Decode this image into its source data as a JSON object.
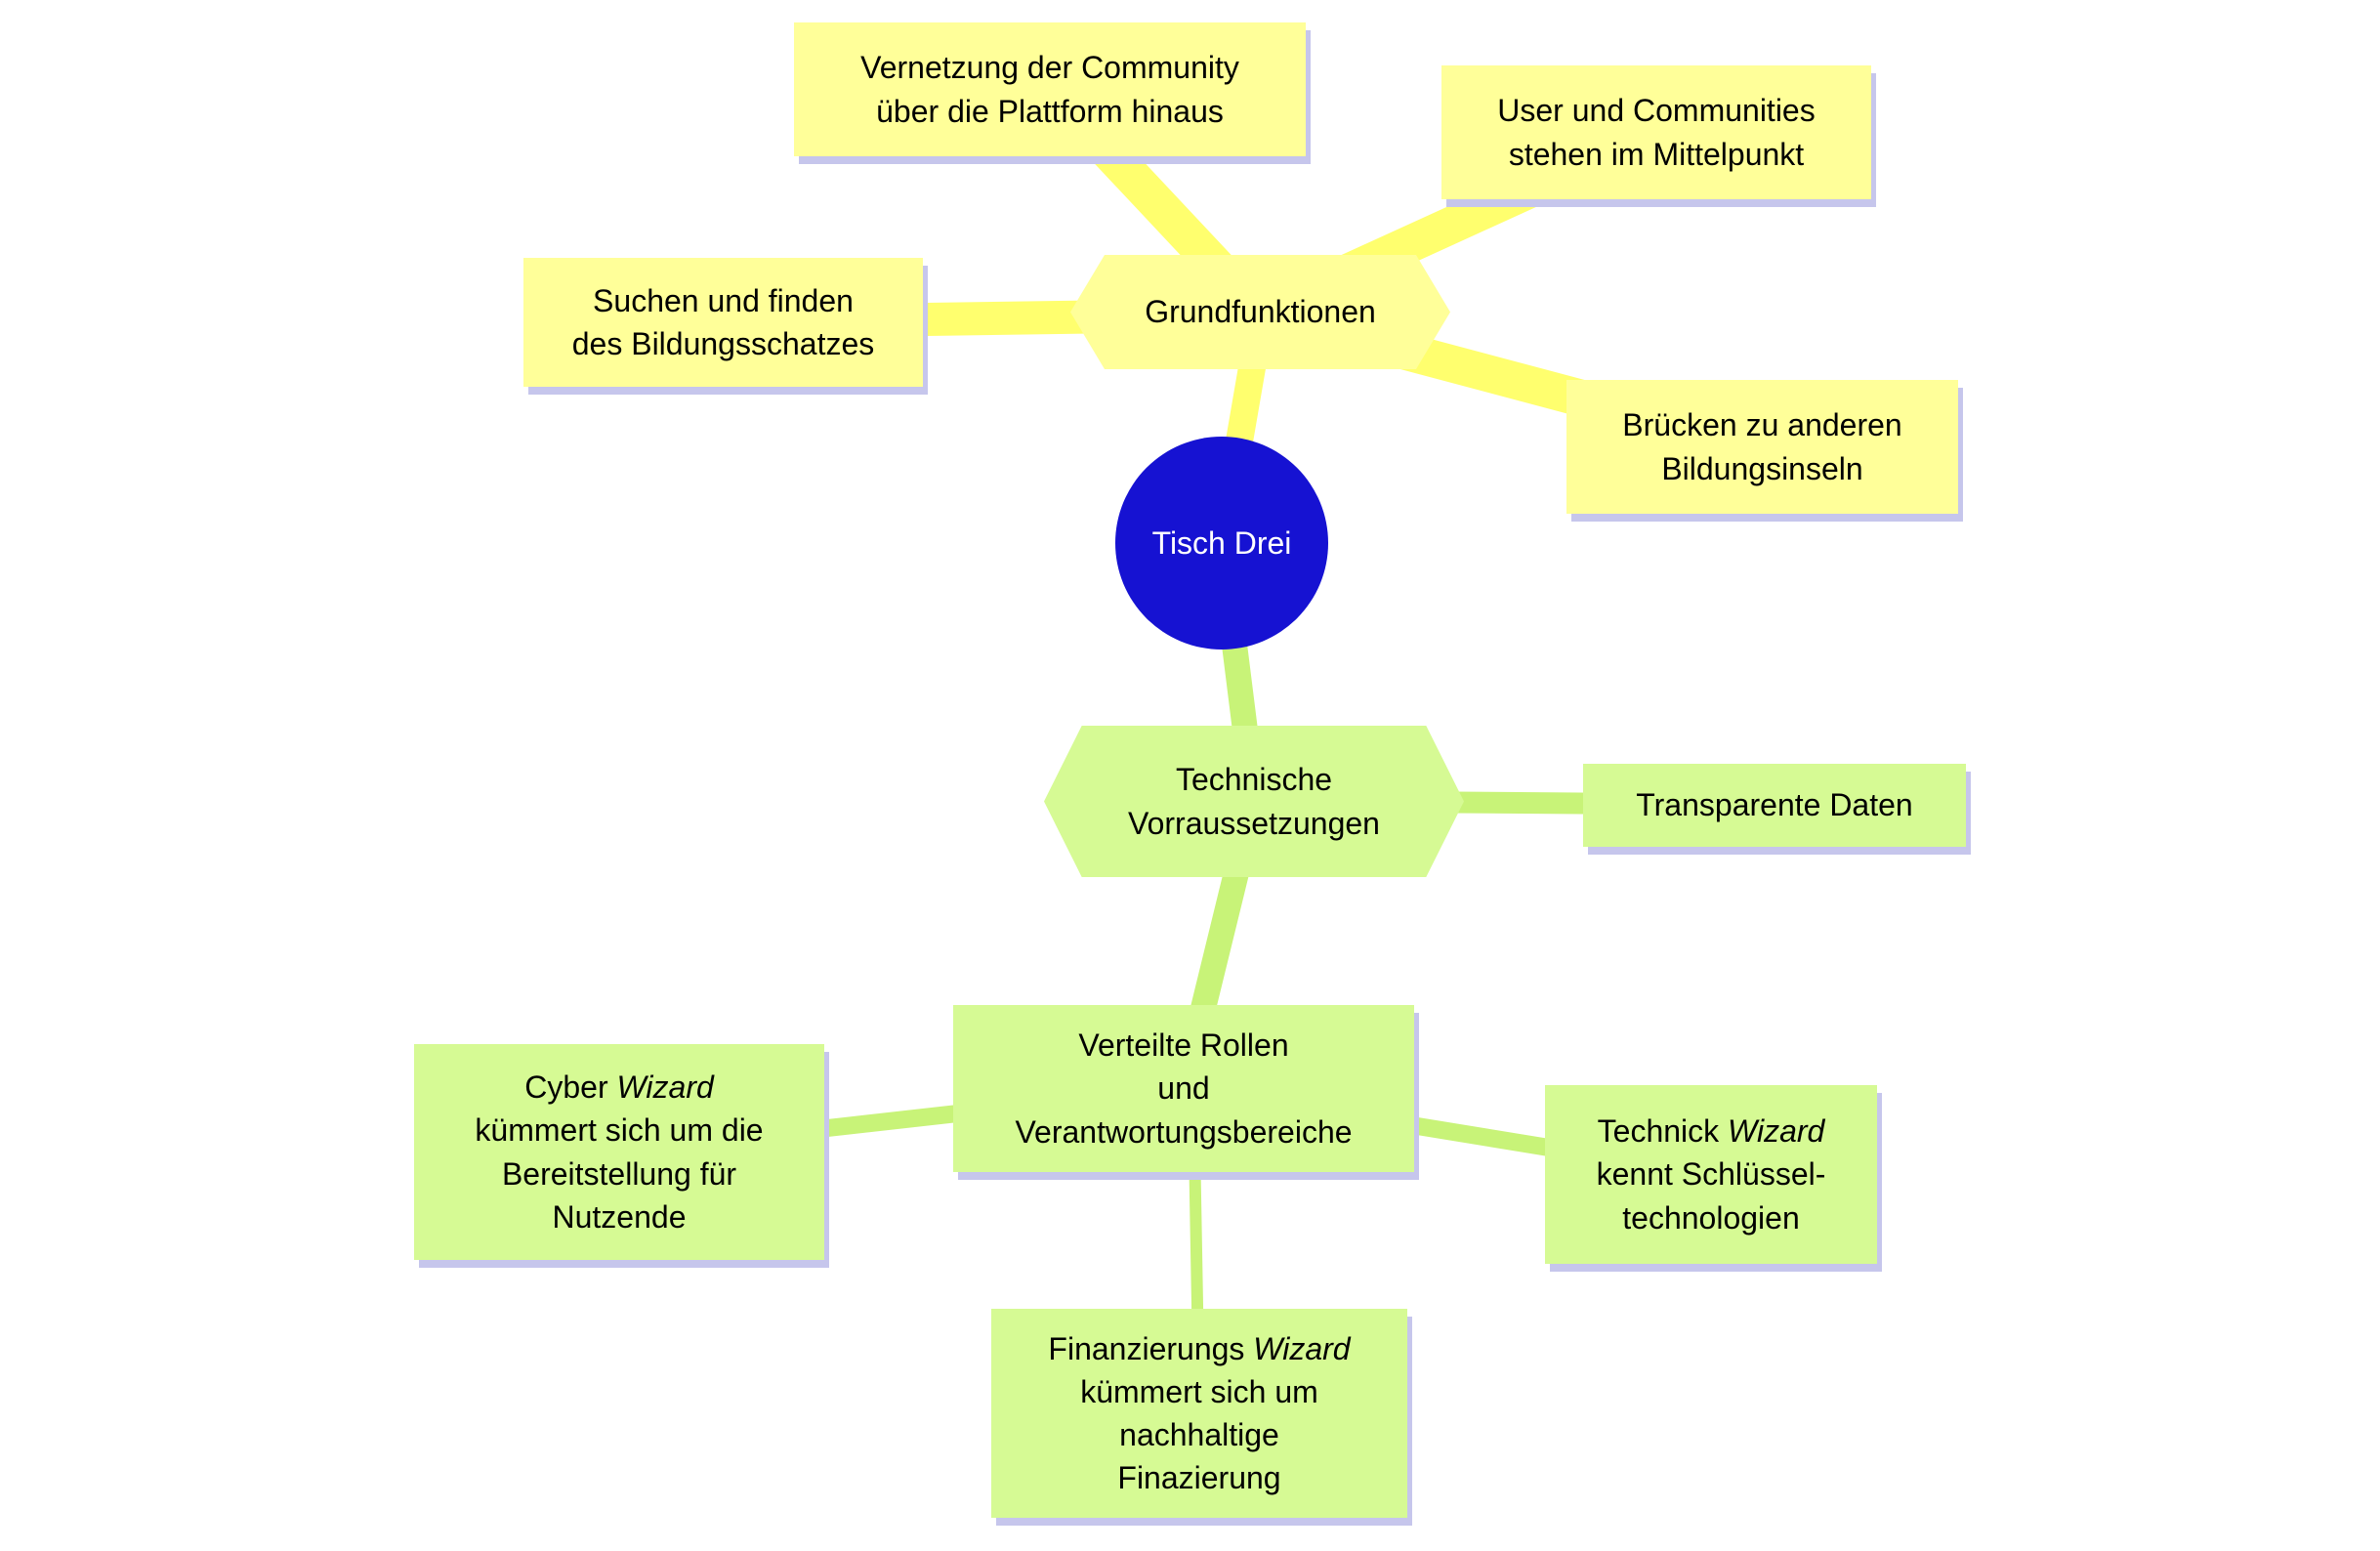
{
  "colors": {
    "root_fill": "#1612d2",
    "root_text": "#ffffff",
    "yellow_node_fill": "#ffff99",
    "yellow_connector": "#ffff6e",
    "green_node_fill": "#d6fa94",
    "green_connector": "#c8f378",
    "node_shadow": "#c6c6ec",
    "text": "#000000"
  },
  "nodes": {
    "root": {
      "label": "Tisch Drei"
    },
    "grundfunktionen": {
      "label": "Grundfunktionen"
    },
    "vernetzung": {
      "label": "Vernetzung der Community\nüber die Plattform hinaus"
    },
    "user_communities": {
      "label": "User und Communities\nstehen im Mittelpunkt"
    },
    "suchen": {
      "label": "Suchen und finden\ndes Bildungsschatzes"
    },
    "bruecken": {
      "label": "Brücken zu anderen\nBildungsinseln"
    },
    "technische": {
      "label": "Technische\nVorraussetzungen"
    },
    "transparente": {
      "label": "Transparente Daten"
    },
    "verteilte": {
      "label": "Verteilte Rollen\nund\nVerantwortungsbereiche"
    },
    "cyber": {
      "pre": "Cyber ",
      "em": "Wizard",
      "post": "\nkümmert sich um die\nBereitstellung für\nNutzende"
    },
    "technick": {
      "pre": "Technick ",
      "em": "Wizard",
      "post": "\nkennt Schlüssel-\ntechnologien"
    },
    "finanzierung": {
      "pre": "Finanzierungs ",
      "em": "Wizard",
      "post": "\nkümmert sich um\nnachhaltige\nFinazierung"
    }
  }
}
